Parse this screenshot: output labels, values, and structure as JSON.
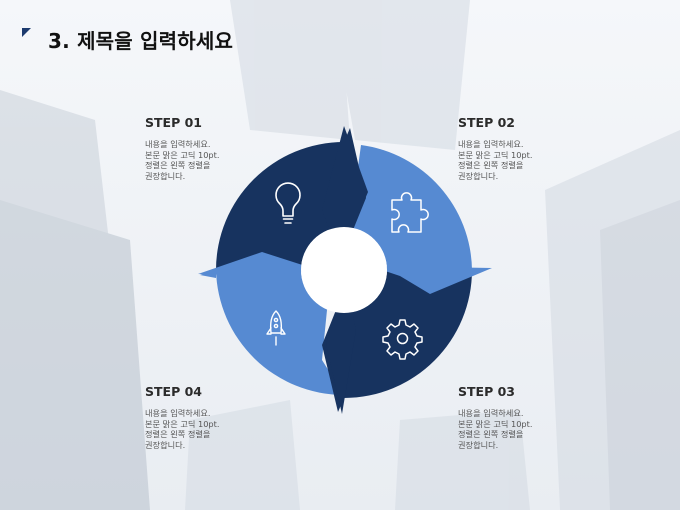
{
  "title": "3. 제목을 입력하세요",
  "colors": {
    "dark": "#17335f",
    "light": "#568ad2",
    "icon": "#ffffff",
    "title_mark": "#1c3a6e"
  },
  "steps": [
    {
      "title": "STEP 01",
      "text": "내용을 입력하세요.\n본문 맑은 고딕 10pt.\n정렬은 왼쪽 정렬을\n권장합니다.",
      "icon": "lightbulb-icon"
    },
    {
      "title": "STEP 02",
      "text": "내용을 입력하세요.\n본문 맑은 고딕 10pt.\n정렬은 왼쪽 정렬을\n권장합니다.",
      "icon": "puzzle-icon"
    },
    {
      "title": "STEP 03",
      "text": "내용을 입력하세요.\n본문 맑은 고딕 10pt.\n정렬은 왼쪽 정렬을\n권장합니다.",
      "icon": "gear-icon"
    },
    {
      "title": "STEP 04",
      "text": "내용을 입력하세요.\n본문 맑은 고딕 10pt.\n정렬은 왼쪽 정렬을\n권장합니다.",
      "icon": "rocket-icon"
    }
  ]
}
